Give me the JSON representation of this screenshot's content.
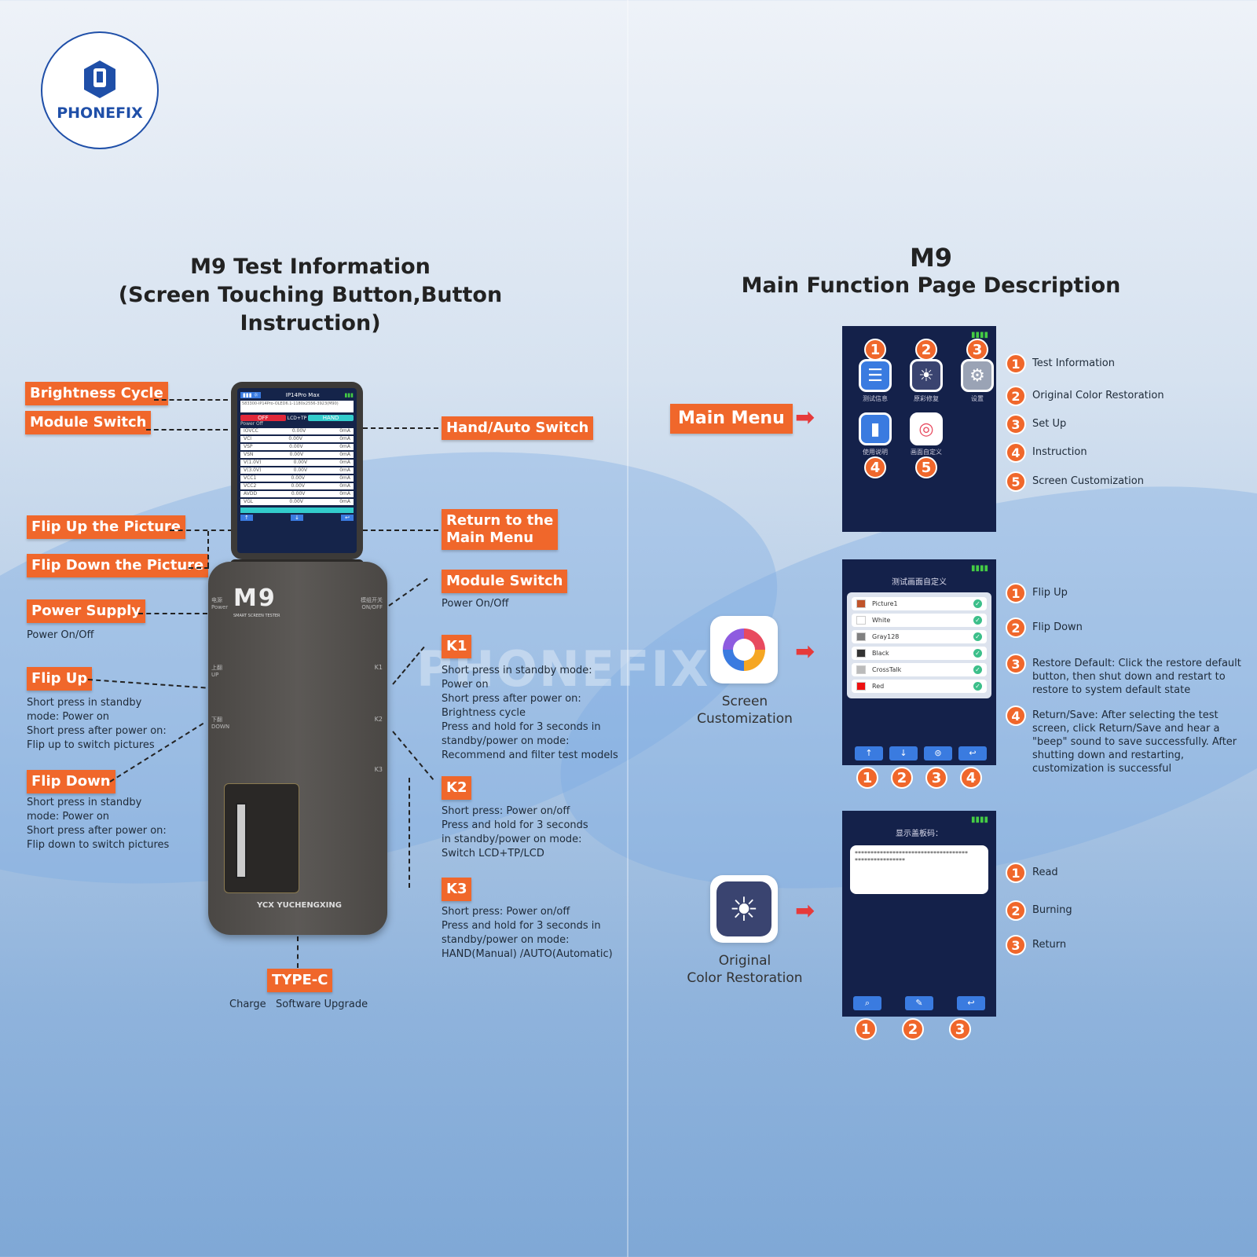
{
  "logo": {
    "brand": "PHONEFIX"
  },
  "watermark": "PHONEFIX",
  "left": {
    "title_line1": "M9 Test Information",
    "title_line2": "(Screen Touching Button,Button Instruction)",
    "labels": {
      "brightness_cycle": "Brightness Cycle",
      "module_switch_left": "Module Switch",
      "hand_auto_switch": "Hand/Auto Switch",
      "flip_up_picture": "Flip Up the Picture",
      "flip_down_picture": "Flip Down the Picture",
      "return_main_menu": "Return to the\nMain Menu",
      "module_switch_right": "Module Switch",
      "module_switch_desc": "Power On/Off",
      "power_supply": "Power Supply",
      "power_supply_desc": "Power On/Off",
      "flip_up": "Flip Up",
      "flip_up_desc": "Short press in standby\nmode: Power on\nShort press after power on:\nFlip up to switch pictures",
      "flip_down": "Flip Down",
      "flip_down_desc": "Short press in standby\nmode: Power on\nShort press after power on:\nFlip down to switch pictures",
      "k1": "K1",
      "k1_desc": "Short press in standby mode:\nPower on\nShort press after power on:\nBrightness cycle\nPress and hold for 3 seconds in\nstandby/power on mode:\nRecommend and filter test models",
      "k2": "K2",
      "k2_desc": "Short press: Power on/off\nPress and hold for 3 seconds\nin standby/power on mode:\nSwitch LCD+TP/LCD",
      "k3": "K3",
      "k3_desc": "Short press: Power on/off\nPress and hold for 3 seconds in\nstandby/power on mode:\nHAND(Manual) /AUTO(Automatic)",
      "typec": "TYPE-C",
      "typec_desc": "Charge   Software Upgrade"
    },
    "device": {
      "model": "M9",
      "subtitle": "SMART SCREEN TESTER",
      "brand": "YCX YUCHENGXING",
      "side_labels": {
        "power": "电源 Power",
        "onoff": "模组开关 ON/OFF",
        "up": "上翻 UP",
        "down": "下翻 DOWN",
        "k1": "K1",
        "k2": "K2",
        "k3": "K3"
      },
      "screen": {
        "model_name": "IP14Pro Max",
        "info": "583300-IP14Pro-OLED6.1-1180x2556-3923(M90)",
        "state": "OFF",
        "mode": "LCD+TP",
        "hand": "HAND",
        "status": "Power Off",
        "rows": [
          {
            "name": "IOVCC",
            "v": "0.00V",
            "a": "0mA"
          },
          {
            "name": "VCI",
            "v": "0.00V",
            "a": "0mA"
          },
          {
            "name": "VSP",
            "v": "0.00V",
            "a": "0mA"
          },
          {
            "name": "VSN",
            "v": "0.00V",
            "a": "0mA"
          },
          {
            "name": "V(1.0V)",
            "v": "0.00V",
            "a": "0mA"
          },
          {
            "name": "V(3.0V)",
            "v": "0.00V",
            "a": "0mA"
          },
          {
            "name": "VCC1",
            "v": "0.00V",
            "a": "0mA"
          },
          {
            "name": "VCC2",
            "v": "0.00V",
            "a": "0mA"
          },
          {
            "name": "AVDD",
            "v": "0.00V",
            "a": "0mA"
          },
          {
            "name": "VGL",
            "v": "0.00V",
            "a": "0mA"
          }
        ]
      }
    }
  },
  "right": {
    "title_line1": "M9",
    "title_line2": "Main Function Page Description",
    "main_menu": {
      "label": "Main Menu",
      "apps": [
        "测试信息",
        "原彩修复",
        "设置",
        "使用说明",
        "画面自定义"
      ],
      "legend": [
        "Test Information",
        "Original Color Restoration",
        "Set Up",
        "Instruction",
        "Screen Customization"
      ]
    },
    "screen_custom": {
      "caption": "Screen\nCustomization",
      "header": "测试画面自定义",
      "items": [
        {
          "name": "Picture1",
          "color": "#c0542a"
        },
        {
          "name": "White",
          "color": "#ffffff"
        },
        {
          "name": "Gray128",
          "color": "#808080"
        },
        {
          "name": "Black",
          "color": "#333333"
        },
        {
          "name": "CrossTalk",
          "color": "#bbbbbb"
        },
        {
          "name": "Red",
          "color": "#ee1111"
        }
      ],
      "legend": [
        "Flip Up",
        "Flip Down",
        "Restore Default: Click the restore default button, then shut down and restart to restore to system default state",
        "Return/Save: After selecting the test screen, click Return/Save and hear a \"beep\" sound to save successfully. After shutting down and restarting, customization is successful"
      ]
    },
    "color_restore": {
      "caption": "Original\nColor Restoration",
      "header": "显示盖板码：",
      "code": "************************************\n****************",
      "legend": [
        "Read",
        "Burning",
        "Return"
      ]
    }
  },
  "colors": {
    "accent": "#f0672b",
    "panel": "#14214a",
    "arrow": "#e63a3a"
  }
}
